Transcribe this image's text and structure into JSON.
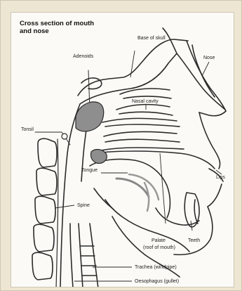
{
  "title": "Cross section of mouth and nose",
  "labels": {
    "base_of_skull": "Base of skull",
    "adenoids": "Adenoids",
    "nose": "Nose",
    "nasal_cavity": "Nasal cavity",
    "tonsil": "Tonsil",
    "tongue": "Tongue",
    "lips": "Lips",
    "spine": "Spine",
    "palate": "Palate",
    "palate_note": "(roof of mouth)",
    "teeth": "Teeth",
    "trachea": "Trachea (windpipe)",
    "oesophagus": "Oesophagus (gullet)"
  },
  "colors": {
    "ink": "#222222",
    "shade": "#8e8e8e",
    "paper": "#fbfaf6"
  }
}
